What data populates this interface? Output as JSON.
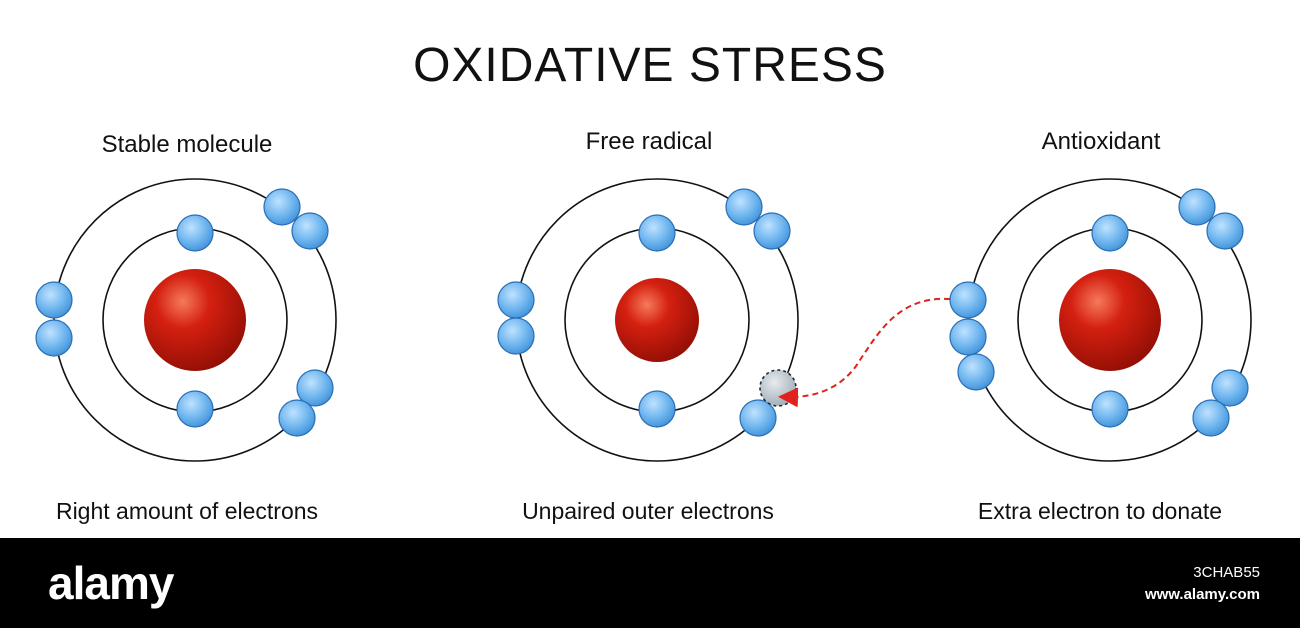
{
  "title": "OXIDATIVE STRESS",
  "colors": {
    "nucleus": "#d42010",
    "electron": "#6cb4ee",
    "electron_stroke": "#2a6fb6",
    "orbit": "#111111",
    "arrow": "#e0211c",
    "missing_electron": "#b9c3cc",
    "footer": "#000000"
  },
  "panels": [
    {
      "title": "Stable molecule",
      "caption": "Right amount of electrons",
      "inner_electrons": 2,
      "outer_electrons": 6,
      "state": "stable"
    },
    {
      "title": "Free radical",
      "caption": "Unpaired outer electrons",
      "inner_electrons": 2,
      "outer_electrons": 5,
      "state": "missing one electron"
    },
    {
      "title": "Antioxidant",
      "caption": "Extra electron to donate",
      "inner_electrons": 2,
      "outer_electrons": 7,
      "state": "donating electron"
    }
  ],
  "footer": {
    "brand": "alamy",
    "image_id": "3CHAB55",
    "site": "www.alamy.com"
  }
}
